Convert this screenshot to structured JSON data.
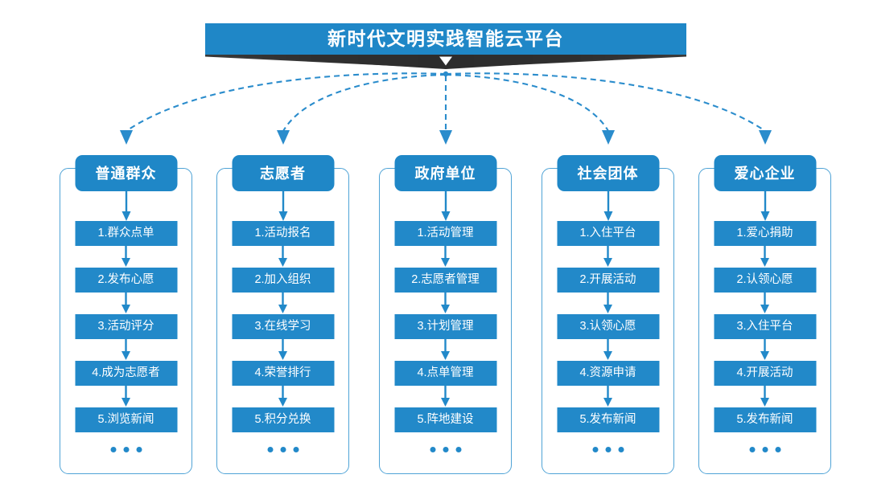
{
  "banner": {
    "title": "新时代文明实践智能云平台",
    "chevron_icon": "chevron-down-icon",
    "bar_color": "#1f87c7",
    "ribbon_color": "#2d2d2d"
  },
  "theme": {
    "primary_blue": "#1f87c7",
    "item_blue": "#2289c9",
    "frame_blue": "#4fa3d6",
    "connector_blue": "#2a8ccc",
    "background": "#ffffff"
  },
  "connectors": {
    "style": "dashed",
    "color": "#2a8ccc",
    "origin_label": "platform-hub"
  },
  "columns": [
    {
      "id": "general-public",
      "header": "普通群众",
      "items": [
        "1.群众点单",
        "2.发布心愿",
        "3.活动评分",
        "4.成为志愿者",
        "5.浏览新闻"
      ],
      "more": "..."
    },
    {
      "id": "volunteer",
      "header": "志愿者",
      "items": [
        "1.活动报名",
        "2.加入组织",
        "3.在线学习",
        "4.荣誉排行",
        "5.积分兑换"
      ],
      "more": "..."
    },
    {
      "id": "government-unit",
      "header": "政府单位",
      "items": [
        "1.活动管理",
        "2.志愿者管理",
        "3.计划管理",
        "4.点单管理",
        "5.阵地建设"
      ],
      "more": "..."
    },
    {
      "id": "social-group",
      "header": "社会团体",
      "items": [
        "1.入住平台",
        "2.开展活动",
        "3.认领心愿",
        "4.资源申请",
        "5.发布新闻"
      ],
      "more": "..."
    },
    {
      "id": "charity-enterprise",
      "header": "爱心企业",
      "items": [
        "1.爱心捐助",
        "2.认领心愿",
        "3.入住平台",
        "4.开展活动",
        "5.发布新闻"
      ],
      "more": "..."
    }
  ]
}
